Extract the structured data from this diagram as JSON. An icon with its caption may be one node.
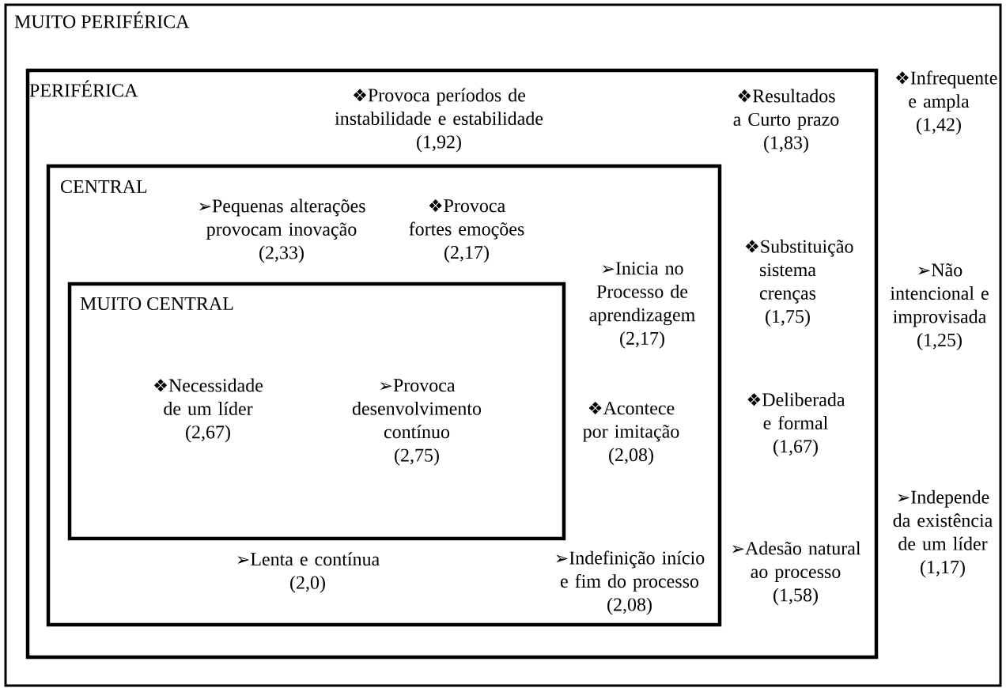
{
  "diagram": {
    "nodes": [
      {
        "text": [
          "MUITO PERIFÉRICA",
          "❖Infrequente e ampla (1,42)",
          "➢Não intencional e improvisada (1,25)",
          "➢Independe da existência de um líder (1,17)"
        ]
      },
      {
        "text": [
          "PERIFÉRICA",
          "❖Provoca períodos de instabilidade e estabilidade (1,92)",
          "❖Resultados a Curto prazo (1,83)",
          "❖Substituição sistema crenças (1,75)",
          "❖Deliberada e formal (1,67)",
          "➢Adesão natural ao processo (1,58)"
        ],
        "in": 0
      },
      {
        "text": [
          "CENTRAL",
          "➢Pequenas alterações provocam inovação (2,33)",
          "❖Provoca fortes emoções (2,17)",
          "➢Inicia no Processo de aprendizagem (2,17)",
          "❖Acontece por imitação (2,08)",
          "➢Lenta e contínua (2,0)",
          "➢Indefinição início e fim do processo (2,08)"
        ],
        "in": 1
      },
      {
        "text": [
          "MUITO CENTRAL",
          "❖Necessidade de um líder (2,67)",
          "➢Provoca desenvolvimento contínuo (2,75)"
        ],
        "in": 2
      }
    ]
  }
}
